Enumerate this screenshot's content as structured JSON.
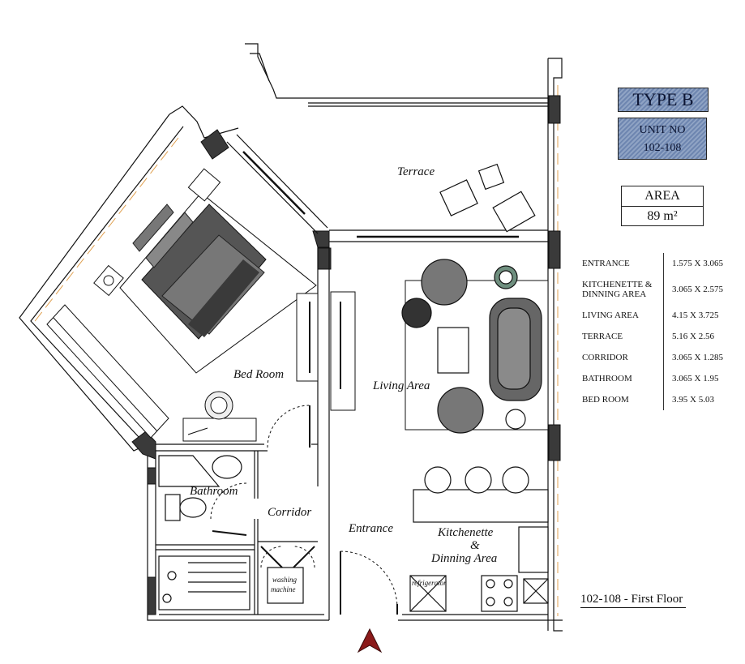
{
  "type_label": "TYPE B",
  "unit": {
    "line1": "UNIT NO",
    "line2": "102-108"
  },
  "area": {
    "label": "AREA",
    "value": "89 m²"
  },
  "rooms": [
    {
      "name": "ENTRANCE",
      "dims": "1.575  X 3.065"
    },
    {
      "name": "KITCHENETTE & DINNING AREA",
      "dims": "3.065  X 2.575"
    },
    {
      "name": "LIVING  AREA",
      "dims": "4.15  X 3.725"
    },
    {
      "name": "TERRACE",
      "dims": "5.16  X 2.56"
    },
    {
      "name": "CORRIDOR",
      "dims": "3.065  X 1.285"
    },
    {
      "name": "BATHROOM",
      "dims": "3.065  X 1.95"
    },
    {
      "name": "BED ROOM",
      "dims": "3.95  X 5.03"
    }
  ],
  "plan_labels": {
    "terrace": "Terrace",
    "bedroom": "Bed Room",
    "living": "Living Area",
    "bathroom": "Bathroom",
    "corridor": "Corridor",
    "entrance": "Entrance",
    "kitchen_line1": "Kitchenette",
    "kitchen_line2": "&",
    "kitchen_line3": "Dinning Area",
    "washing_line1": "washing",
    "washing_line2": "machine",
    "refrigerator": "refrigerator"
  },
  "floor_label": "102-108 - First Floor",
  "colors": {
    "wall": "#111111",
    "wall_fill": "#3a3a3a",
    "accent_line": "#e0a050",
    "entry_arrow": "#8b1a1a",
    "badge_fill": "#7a90b8"
  }
}
